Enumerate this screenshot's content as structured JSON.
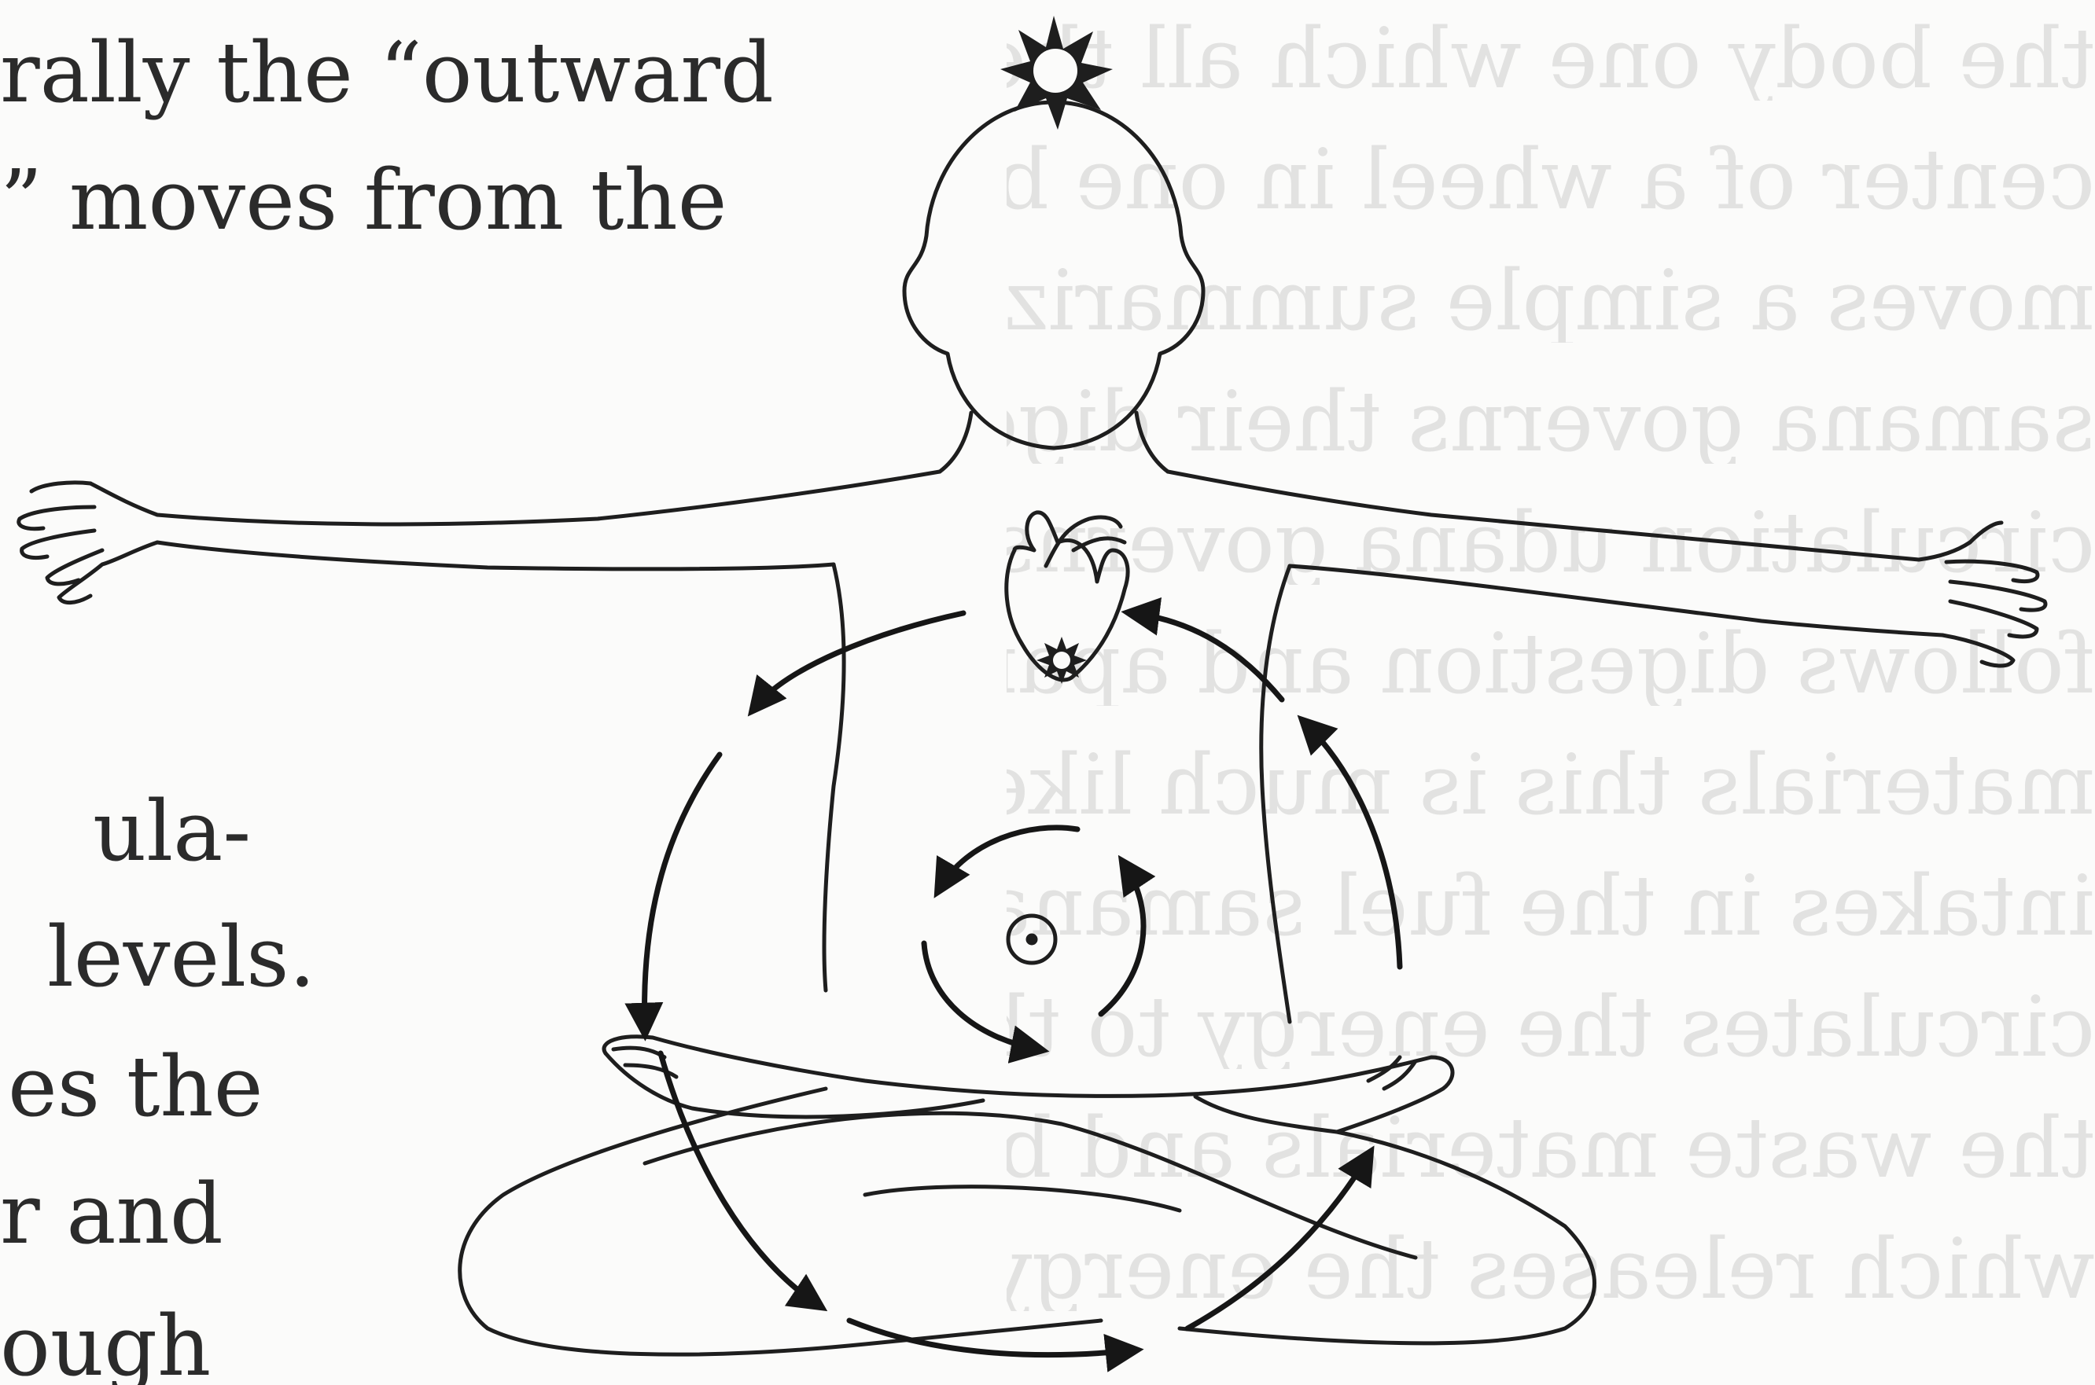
{
  "left_text": [
    "rally the “outward",
    "” moves from the",
    "ula-",
    "levels.",
    "es the",
    "r and",
    "ough"
  ],
  "bleed_text": [
    "the body one which all the pranas are located like the spokes",
    "center of a wheel in one body vyana moves throughout",
    "moves a simple summarize prana governs the intake of",
    "samana governs their digestion vyana governs their",
    "circulation udana governs the release of positive energy",
    "follows digestion and apana governs the elimination of",
    "materials this is much like the working of a machine",
    "intakes in the fuel samana converts the fuel into energy",
    "circulates the energy to the various work sites apana",
    "the waste materials and by products of the conversion",
    "which releases the energy into the work"
  ],
  "figure": {
    "line_color": "#1e1e1e",
    "arrow_color": "#161616"
  }
}
